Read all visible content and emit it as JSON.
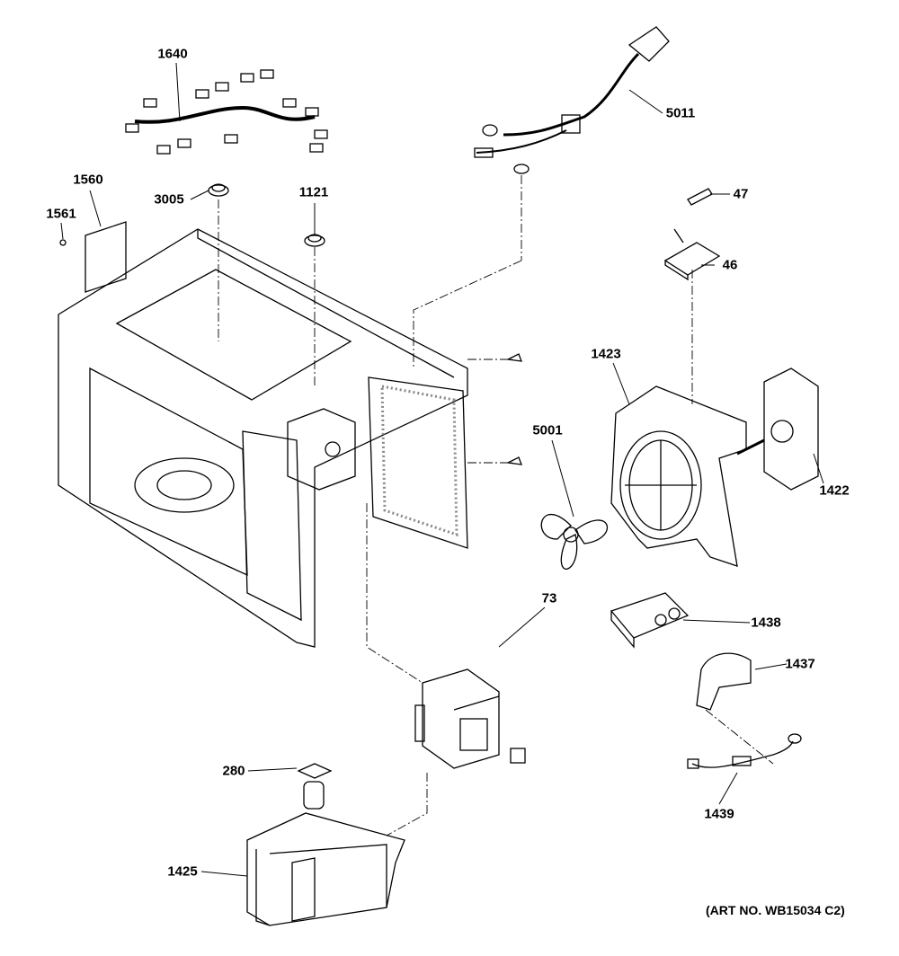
{
  "labels": {
    "p1640": "1640",
    "p5011": "5011",
    "p1560": "1560",
    "p3005": "3005",
    "p1121": "1121",
    "p1561": "1561",
    "p47": "47",
    "p46": "46",
    "p1423": "1423",
    "p5001": "5001",
    "p1422": "1422",
    "p1438": "1438",
    "p73": "73",
    "p1437": "1437",
    "p280": "280",
    "p1439": "1439",
    "p1425": "1425"
  },
  "art_number": "(ART NO. WB15034 C2)"
}
